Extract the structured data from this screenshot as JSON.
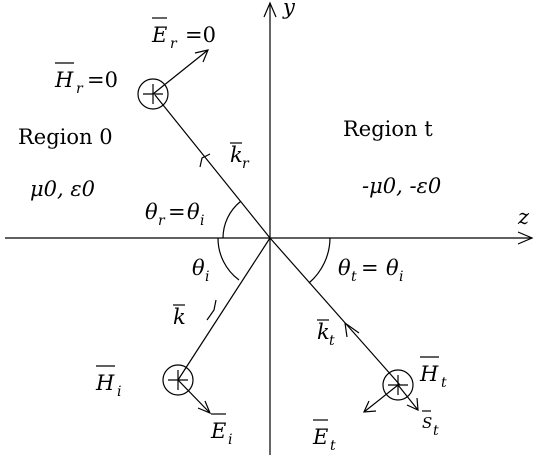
{
  "axes": {
    "y_label": "y",
    "z_label": "z"
  },
  "regions": {
    "left": {
      "name": "Region 0",
      "params": "μ0,  ε0"
    },
    "right": {
      "name": "Region t",
      "params": "-μ0,  -ε0"
    }
  },
  "incident": {
    "wave_vector": "k",
    "H_field": "H",
    "H_sub": "i",
    "E_field": "E",
    "E_sub": "i",
    "angle_symbol": "θ",
    "angle_sub": "i"
  },
  "reflected": {
    "wave_vector": "k",
    "wave_vector_sub": "r",
    "H_field": "H",
    "H_sub": "r",
    "H_value": "=0",
    "E_field": "E",
    "E_sub": "r",
    "E_value": "=0",
    "angle_equation": {
      "lhs": "θ",
      "lhs_sub": "r",
      "eq": "=",
      "rhs": "θ",
      "rhs_sub": "i"
    }
  },
  "transmitted": {
    "wave_vector": "k",
    "wave_vector_sub": "t",
    "H_field": "H",
    "H_sub": "t",
    "E_field": "E",
    "E_sub": "t",
    "poynting": "S",
    "poynting_sub": "t",
    "angle_equation": {
      "lhs": "θ",
      "lhs_sub": "t",
      "eq": "=",
      "rhs": "θ",
      "rhs_sub": "i"
    }
  }
}
